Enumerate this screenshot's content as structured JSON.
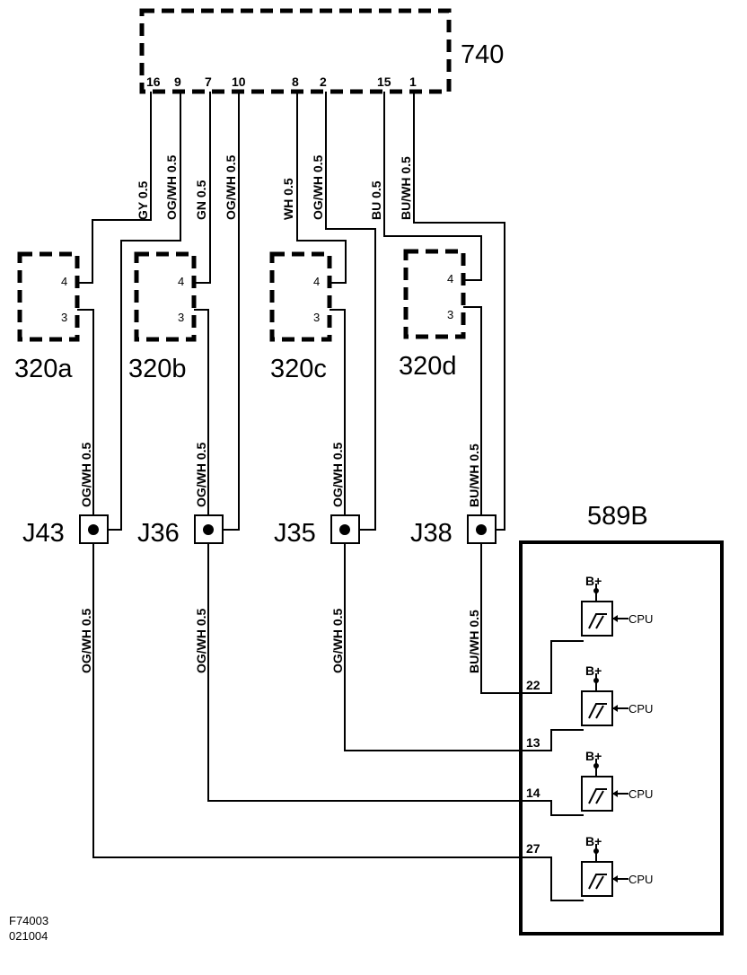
{
  "ecu": {
    "label": "740",
    "pins": [
      "16",
      "9",
      "7",
      "10",
      "8",
      "2",
      "15",
      "1"
    ]
  },
  "wires_top": [
    "GY  0.5",
    "OG/WH  0.5",
    "GN  0.5",
    "OG/WH  0.5",
    "WH  0.5",
    "OG/WH  0.5",
    "BU  0.5",
    "BU/WH  0.5"
  ],
  "sensors": [
    {
      "label": "320a",
      "pin4": "4",
      "pin3": "3"
    },
    {
      "label": "320b",
      "pin4": "4",
      "pin3": "3"
    },
    {
      "label": "320c",
      "pin4": "4",
      "pin3": "3"
    },
    {
      "label": "320d",
      "pin4": "4",
      "pin3": "3"
    }
  ],
  "wires_mid": [
    "OG/WH  0.5",
    "OG/WH  0.5",
    "OG/WH  0.5",
    "BU/WH  0.5"
  ],
  "junctions": [
    "J43",
    "J36",
    "J35",
    "J38"
  ],
  "wires_low": [
    "OG/WH  0.5",
    "OG/WH  0.5",
    "OG/WH  0.5",
    "BU/WH  0.5"
  ],
  "module": {
    "label": "589B",
    "channels": [
      {
        "pin": "22",
        "supply": "B+",
        "cpu": "CPU"
      },
      {
        "pin": "13",
        "supply": "B+",
        "cpu": "CPU"
      },
      {
        "pin": "14",
        "supply": "B+",
        "cpu": "CPU"
      },
      {
        "pin": "27",
        "supply": "B+",
        "cpu": "CPU"
      }
    ]
  },
  "footer": {
    "line1": "F74003",
    "line2": "021004"
  }
}
